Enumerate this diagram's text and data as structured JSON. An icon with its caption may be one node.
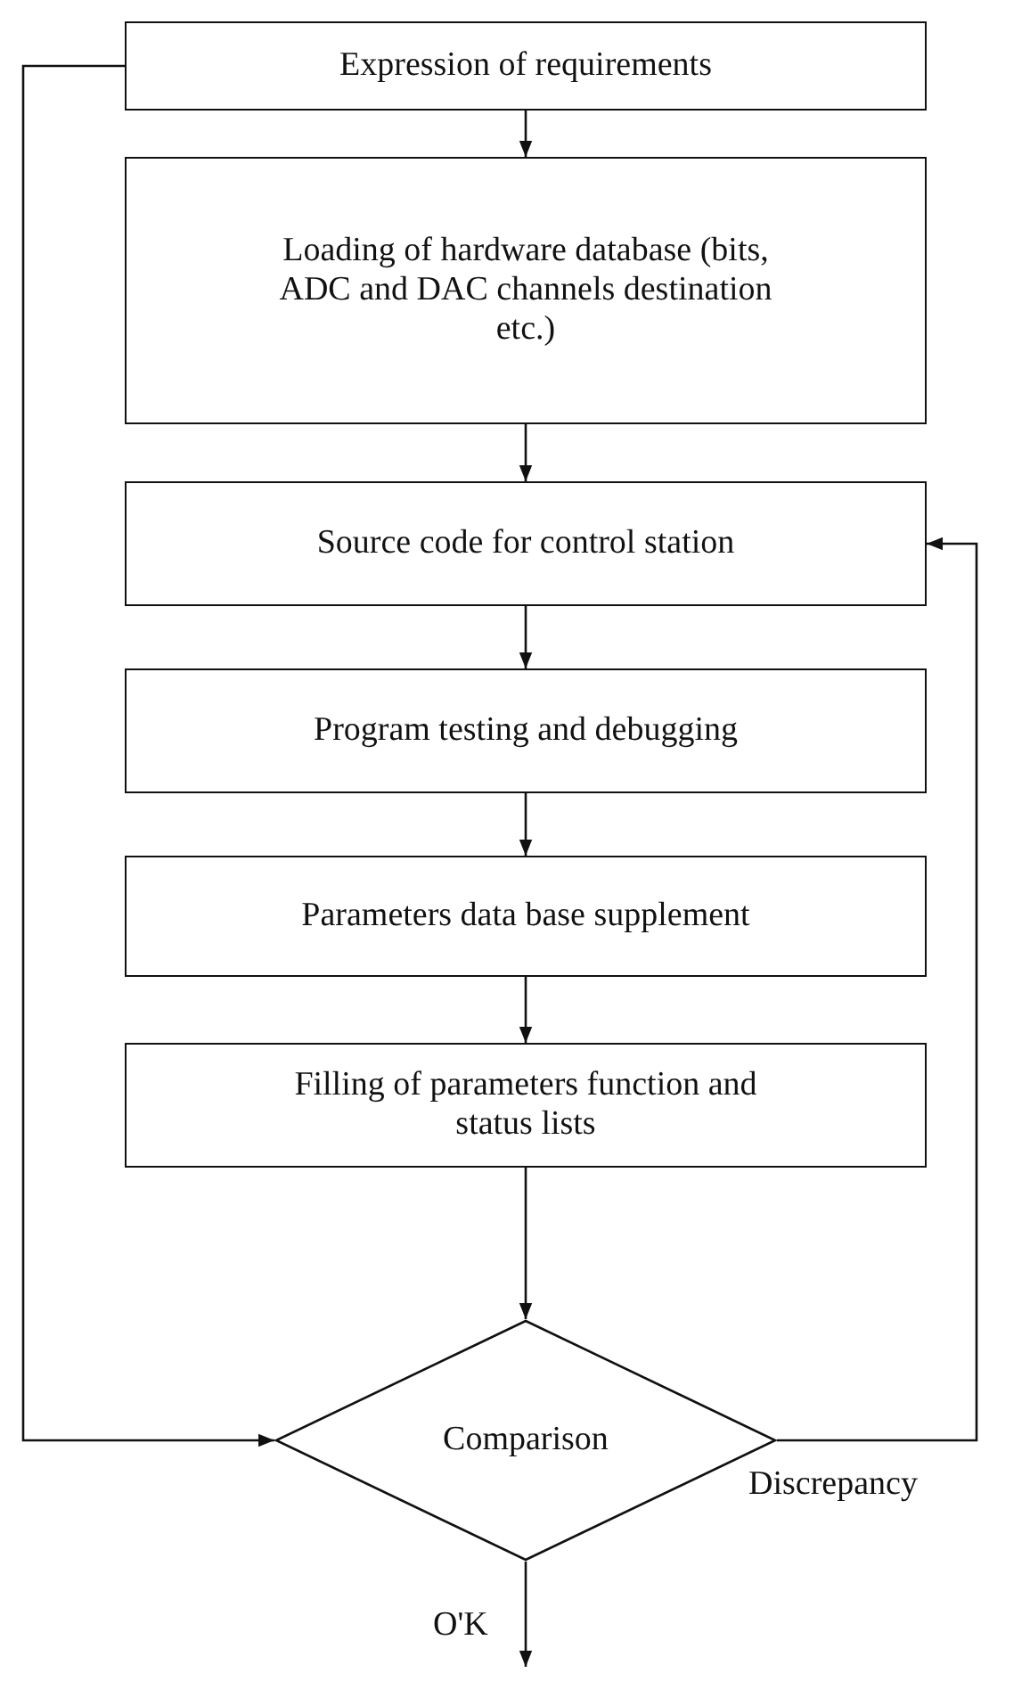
{
  "diagram": {
    "nodes": [
      {
        "text": [
          "Expression of requirements"
        ]
      },
      {
        "text": [
          "Loading of hardware database (bits, ADC and DAC channels destination etc.)"
        ]
      },
      {
        "text": [
          "Source code for control station"
        ]
      },
      {
        "text": [
          "Program testing and debugging"
        ]
      },
      {
        "text": [
          "Parameters data base supplement"
        ]
      },
      {
        "text": [
          "Filling of parameters function and status lists"
        ]
      },
      {
        "text": [
          "Comparison"
        ]
      }
    ],
    "edges": [
      {
        "from": 0,
        "to": 1,
        "arrow": "to"
      },
      {
        "from": 1,
        "to": 2,
        "arrow": "to"
      },
      {
        "from": 2,
        "to": 3,
        "arrow": "to"
      },
      {
        "from": 3,
        "to": 4,
        "arrow": "to"
      },
      {
        "from": 4,
        "to": 5,
        "arrow": "to"
      },
      {
        "from": 5,
        "to": 6,
        "arrow": "to"
      },
      {
        "from": 0,
        "to": 6,
        "arrow": "to"
      },
      {
        "from": 6,
        "to": 2,
        "arrow": "to",
        "label": "Discrepancy"
      },
      {
        "from": 6,
        "to": null,
        "arrow": "to",
        "label": "O'K"
      }
    ]
  }
}
